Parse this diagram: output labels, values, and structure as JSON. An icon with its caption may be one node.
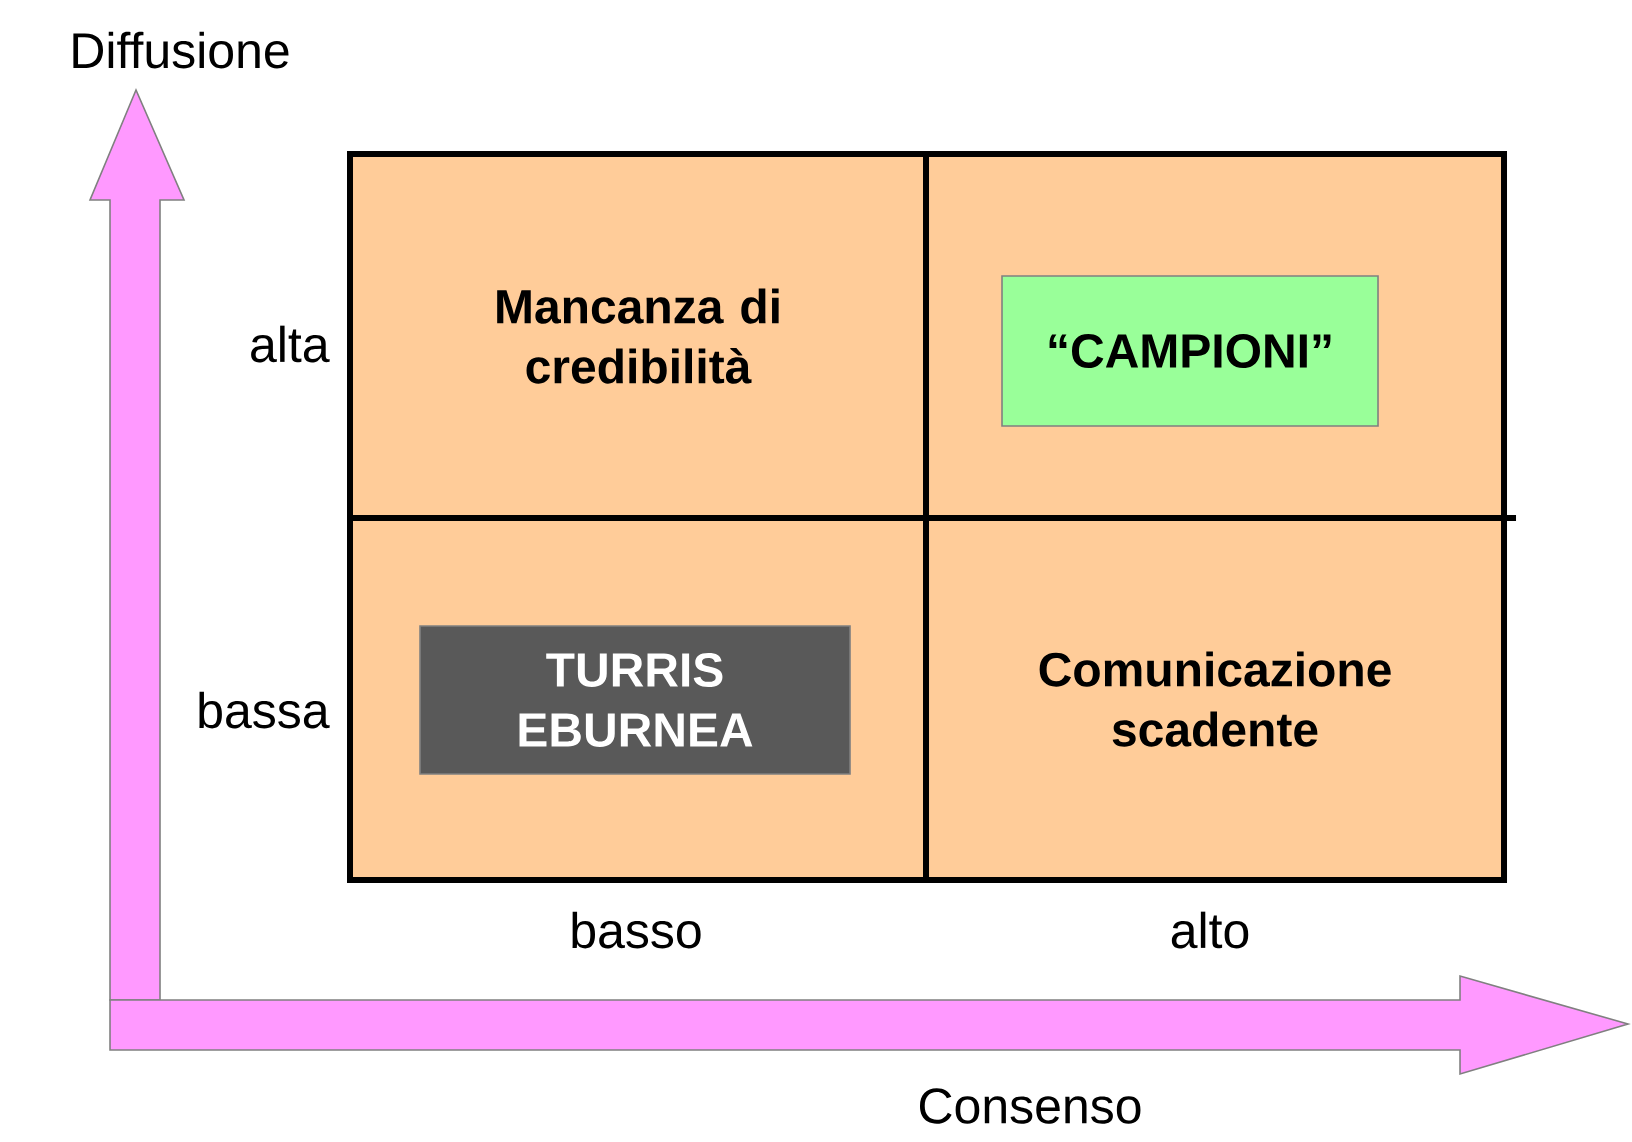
{
  "diagram": {
    "nodes": [
      {
        "text": [
          "Mancanza di credibilità"
        ]
      },
      {
        "text": [],
        "shape": "box"
      },
      {
        "text": [
          "“CAMPIONI”"
        ],
        "in": 1
      },
      {
        "text": [],
        "shape": "box"
      },
      {
        "text": [
          "TURRIS EBURNEA"
        ],
        "in": 3
      },
      {
        "text": [
          "Comunicazione scadente"
        ]
      }
    ],
    "labels": [
      "Diffusione",
      "alta",
      "bassa",
      "basso",
      "alto",
      "Consenso"
    ]
  }
}
